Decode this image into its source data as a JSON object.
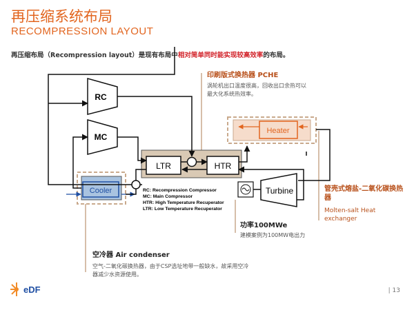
{
  "header": {
    "title_zh": "再压缩系统布局",
    "title_en": "RECOMPRESSION LAYOUT",
    "description_pre": "再压缩布局（Recompression layout）是现有布局中",
    "description_highlight": "相对简单同时能实现较高效率",
    "description_post": "的布局。"
  },
  "diagram": {
    "rc_label": "RC",
    "mc_label": "MC",
    "ltr_label": "LTR",
    "htr_label": "HTR",
    "cooler_label": "Cooler",
    "heater_label": "Heater",
    "turbine_label": "Turbine",
    "legend": [
      "RC: Recompression Compressor",
      "MC: Main Compressor",
      "HTR: High Temperature Recuperator",
      "LTR: Low Temperature Recuperator"
    ]
  },
  "annotations": {
    "pche_title": "印刷版式换热器 PCHE",
    "pche_body": "涡轮机出口温度很高，回收出口余热可以最大化系统热效率。",
    "heater_title_zh": "管壳式熔盐-二氧化碳换热器",
    "heater_title_en": "Molten-salt Heat exchanger",
    "power_title": "功率100MWe",
    "power_body": "建模案例为100MW电出力",
    "cooler_title": "空冷器 Air condenser",
    "cooler_body": "空气-二氧化碳换热器，由于CSP选址地带一般缺水，故采用空冷器减少水资源使用。"
  },
  "footer": {
    "logo": "eDF",
    "page_number": "| 13"
  },
  "colors": {
    "accent_orange": "#e2651f",
    "highlight_red": "#d2232a",
    "recuperator_fill": "#d9c9b4",
    "cooler_fill": "#a9c3e0",
    "heater_fill": "#f6dccb",
    "dashed_box": "#c9a98c"
  }
}
